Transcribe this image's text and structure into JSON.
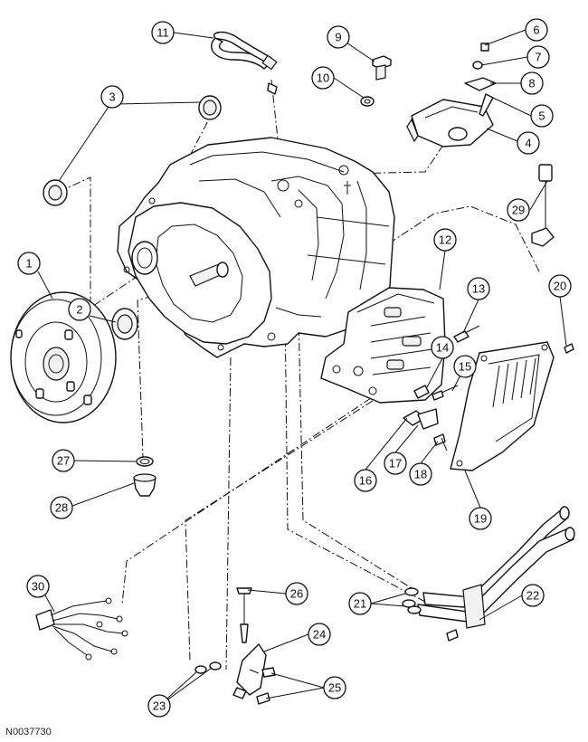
{
  "figure_id": "N0037730",
  "callouts": [
    {
      "id": "1",
      "label": "1"
    },
    {
      "id": "2",
      "label": "2"
    },
    {
      "id": "3",
      "label": "3"
    },
    {
      "id": "4",
      "label": "4"
    },
    {
      "id": "5",
      "label": "5"
    },
    {
      "id": "6",
      "label": "6"
    },
    {
      "id": "7",
      "label": "7"
    },
    {
      "id": "8",
      "label": "8"
    },
    {
      "id": "9",
      "label": "9"
    },
    {
      "id": "10",
      "label": "10"
    },
    {
      "id": "11",
      "label": "11"
    },
    {
      "id": "12",
      "label": "12"
    },
    {
      "id": "13",
      "label": "13"
    },
    {
      "id": "14",
      "label": "14"
    },
    {
      "id": "15",
      "label": "15"
    },
    {
      "id": "16",
      "label": "16"
    },
    {
      "id": "17",
      "label": "17"
    },
    {
      "id": "18",
      "label": "18"
    },
    {
      "id": "19",
      "label": "19"
    },
    {
      "id": "20",
      "label": "20"
    },
    {
      "id": "21",
      "label": "21"
    },
    {
      "id": "22",
      "label": "22"
    },
    {
      "id": "23",
      "label": "23"
    },
    {
      "id": "24",
      "label": "24"
    },
    {
      "id": "25",
      "label": "25"
    },
    {
      "id": "26",
      "label": "26"
    },
    {
      "id": "27",
      "label": "27"
    },
    {
      "id": "28",
      "label": "28"
    },
    {
      "id": "29",
      "label": "29"
    },
    {
      "id": "30",
      "label": "30"
    }
  ]
}
